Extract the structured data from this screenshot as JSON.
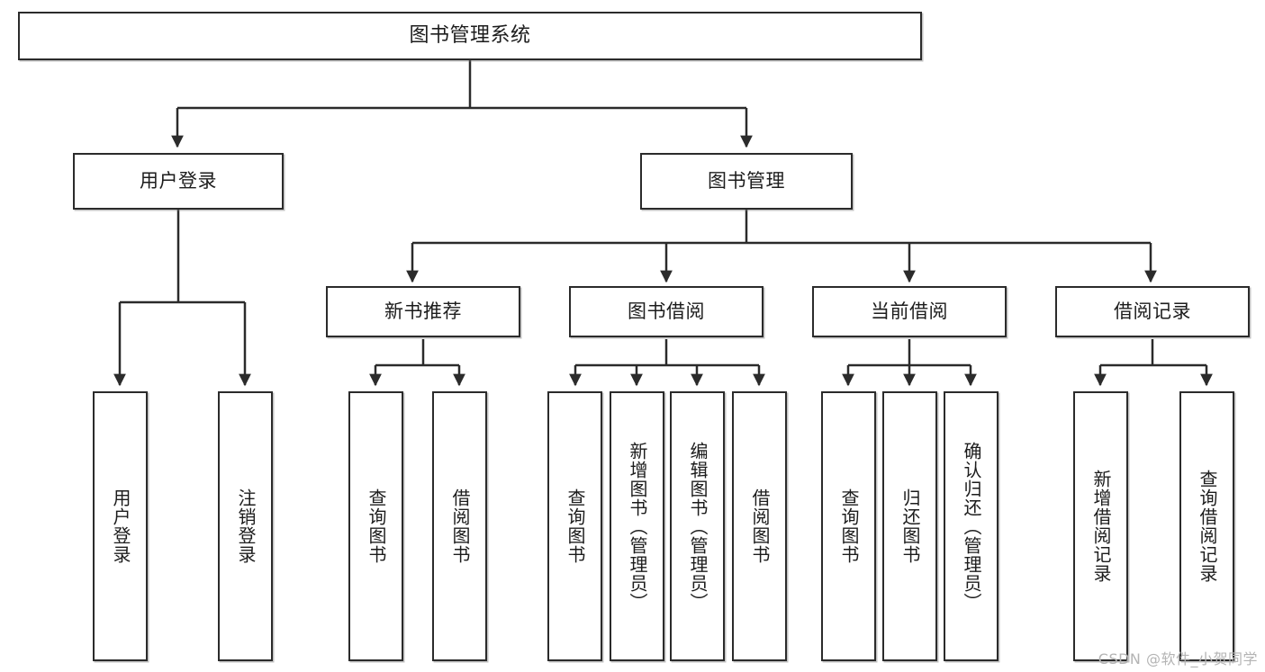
{
  "diagram": {
    "title": "图书管理系统",
    "type": "tree-hierarchy",
    "colors": {
      "border": "#2b2b2b",
      "background": "#ffffff",
      "text": "#1c1c1c",
      "watermark": "#b4b4b4"
    }
  },
  "root": {
    "label": "图书管理系统"
  },
  "level2": [
    {
      "label": "用户登录"
    },
    {
      "label": "图书管理"
    }
  ],
  "level3": [
    {
      "label": "新书推荐"
    },
    {
      "label": "图书借阅"
    },
    {
      "label": "当前借阅"
    },
    {
      "label": "借阅记录"
    }
  ],
  "leaves": {
    "user_login": [
      {
        "label": "用户登录"
      },
      {
        "label": "注销登录"
      }
    ],
    "new_book_recommend": [
      {
        "label": "查询图书"
      },
      {
        "label": "借阅图书"
      }
    ],
    "book_borrow": [
      {
        "label": "查询图书"
      },
      {
        "label": "新增图书（管理员）"
      },
      {
        "label": "编辑图书（管理员）"
      },
      {
        "label": "借阅图书"
      }
    ],
    "current_borrow": [
      {
        "label": "查询图书"
      },
      {
        "label": "归还图书"
      },
      {
        "label": "确认归还（管理员）"
      }
    ],
    "borrow_record": [
      {
        "label": "新增借阅记录"
      },
      {
        "label": "查询借阅记录"
      }
    ]
  },
  "watermark": {
    "text": "CSDN @软件_小贺同学"
  }
}
